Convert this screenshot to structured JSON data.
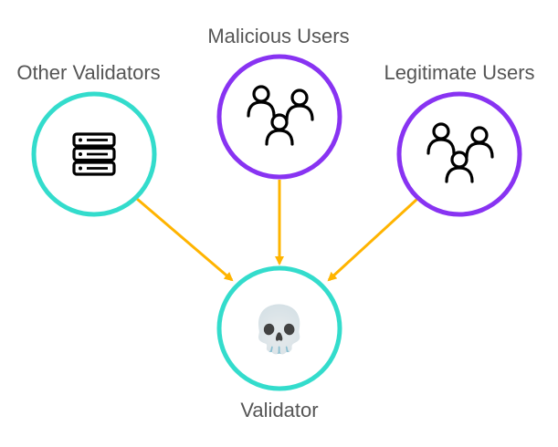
{
  "nodes": {
    "other_validators": {
      "label": "Other Validators",
      "icon": "server-icon"
    },
    "malicious_users": {
      "label": "Malicious Users",
      "icon": "users-icon"
    },
    "legitimate_users": {
      "label": "Legitimate Users",
      "icon": "users-icon"
    },
    "validator": {
      "label": "Validator",
      "icon": "skull-icon",
      "emoji": "💀"
    }
  },
  "edges": [
    {
      "from": "Other Validators",
      "to": "Validator"
    },
    {
      "from": "Malicious Users",
      "to": "Validator"
    },
    {
      "from": "Legitimate Users",
      "to": "Validator"
    }
  ],
  "colors": {
    "teal_node": "#33dccc",
    "purple_node": "#8833f2",
    "arrow": "#ffb400",
    "label_text": "#555555",
    "icon": "#000000"
  }
}
